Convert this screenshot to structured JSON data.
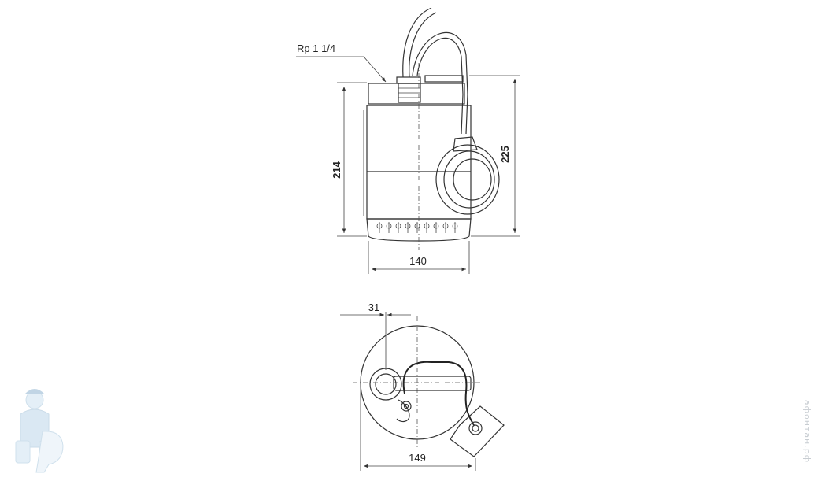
{
  "labels": {
    "thread": "Rp 1 1/4",
    "height_total": "225",
    "height_body": "214",
    "width_side": "140",
    "width_top": "149",
    "offset_top": "31"
  },
  "watermark": {
    "text": "афонтан.рф",
    "logo": "plumber-logo"
  }
}
